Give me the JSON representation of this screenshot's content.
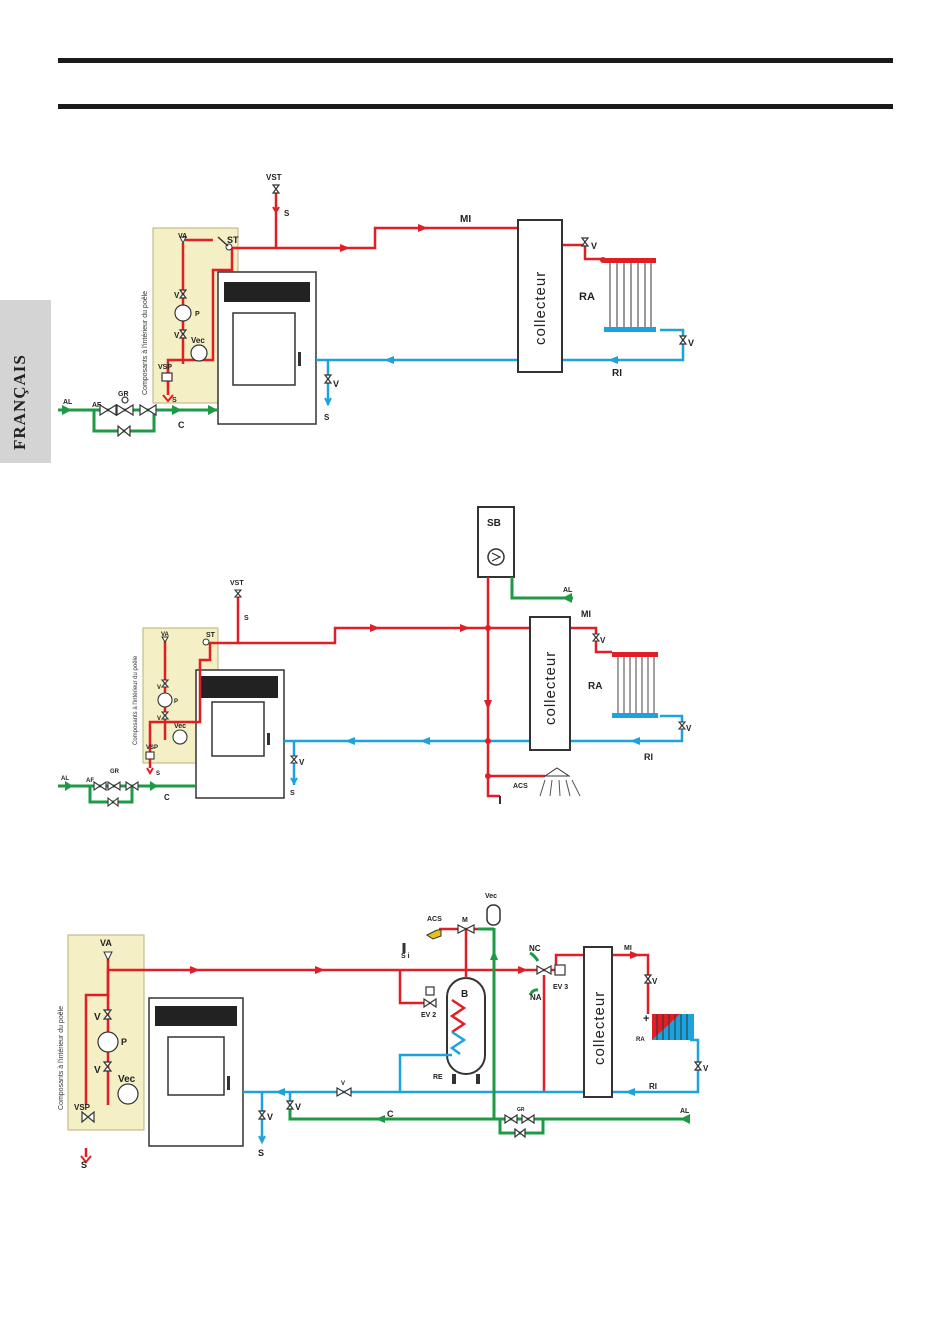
{
  "sidebar": {
    "language_label": "FRANÇAIS"
  },
  "colors": {
    "flow": "#e01e26",
    "return": "#1ba3de",
    "supply": "#1e9a45",
    "panel": "#f4efc4"
  },
  "diagram1": {
    "panel_text": "Composants à l'intérieur du poêle",
    "va": "VA",
    "st": "ST",
    "v": "V",
    "p": "P",
    "vec": "Vec",
    "vsp": "VSP",
    "s": "S",
    "vst": "VST",
    "mi": "MI",
    "ra": "RA",
    "ri": "RI",
    "al": "AL",
    "af": "AF",
    "gr": "GR",
    "c": "C",
    "collector": "collecteur"
  },
  "diagram2": {
    "panel_text": "Composants à l'intérieur du poêle",
    "va": "VA",
    "st": "ST",
    "v": "V",
    "p": "P",
    "vec": "Vec",
    "vsp": "VSP",
    "s": "S",
    "vst": "VST",
    "sb": "SB",
    "al": "AL",
    "mi": "MI",
    "ra": "RA",
    "ri": "RI",
    "acs": "ACS",
    "af": "AF",
    "gr": "GR",
    "c": "C",
    "collector": "collecteur"
  },
  "diagram3": {
    "panel_text": "Composants à l'intérieur du poêle",
    "va": "VA",
    "v": "V",
    "p": "P",
    "vec": "Vec",
    "vsp": "VSP",
    "s": "S",
    "acs": "ACS",
    "m": "M",
    "b": "B",
    "ev2": "EV 2",
    "ev3": "EV 3",
    "re": "RE",
    "si": "S i",
    "nc": "NC",
    "na": "NA",
    "mi": "MI",
    "ra": "RA",
    "ri": "RI",
    "al": "AL",
    "c": "C",
    "gr": "GR",
    "plus": "+",
    "collector": "collecteur"
  }
}
